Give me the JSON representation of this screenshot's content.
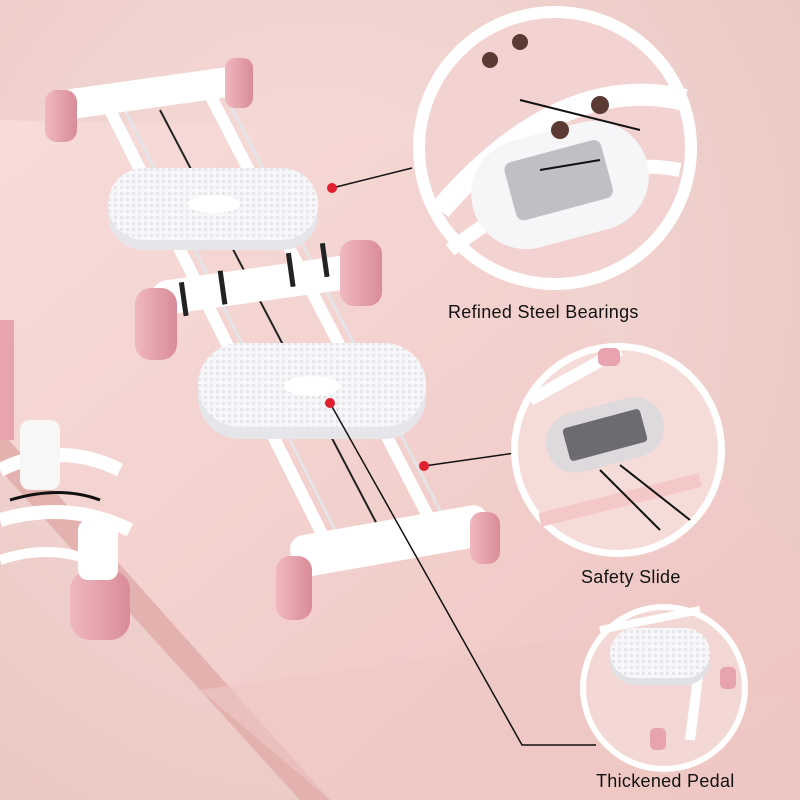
{
  "callouts": [
    {
      "label": "Refined Steel Bearings"
    },
    {
      "label": "Safety Slide"
    },
    {
      "label": "Thickened Pedal"
    }
  ],
  "colors": {
    "background": "#f1d3d0",
    "platform": "#f3cfcc",
    "accent_pink": "#e7a3ae",
    "frame_white": "#ffffff",
    "marker_red": "#e0202e",
    "leader_line": "#111111"
  }
}
